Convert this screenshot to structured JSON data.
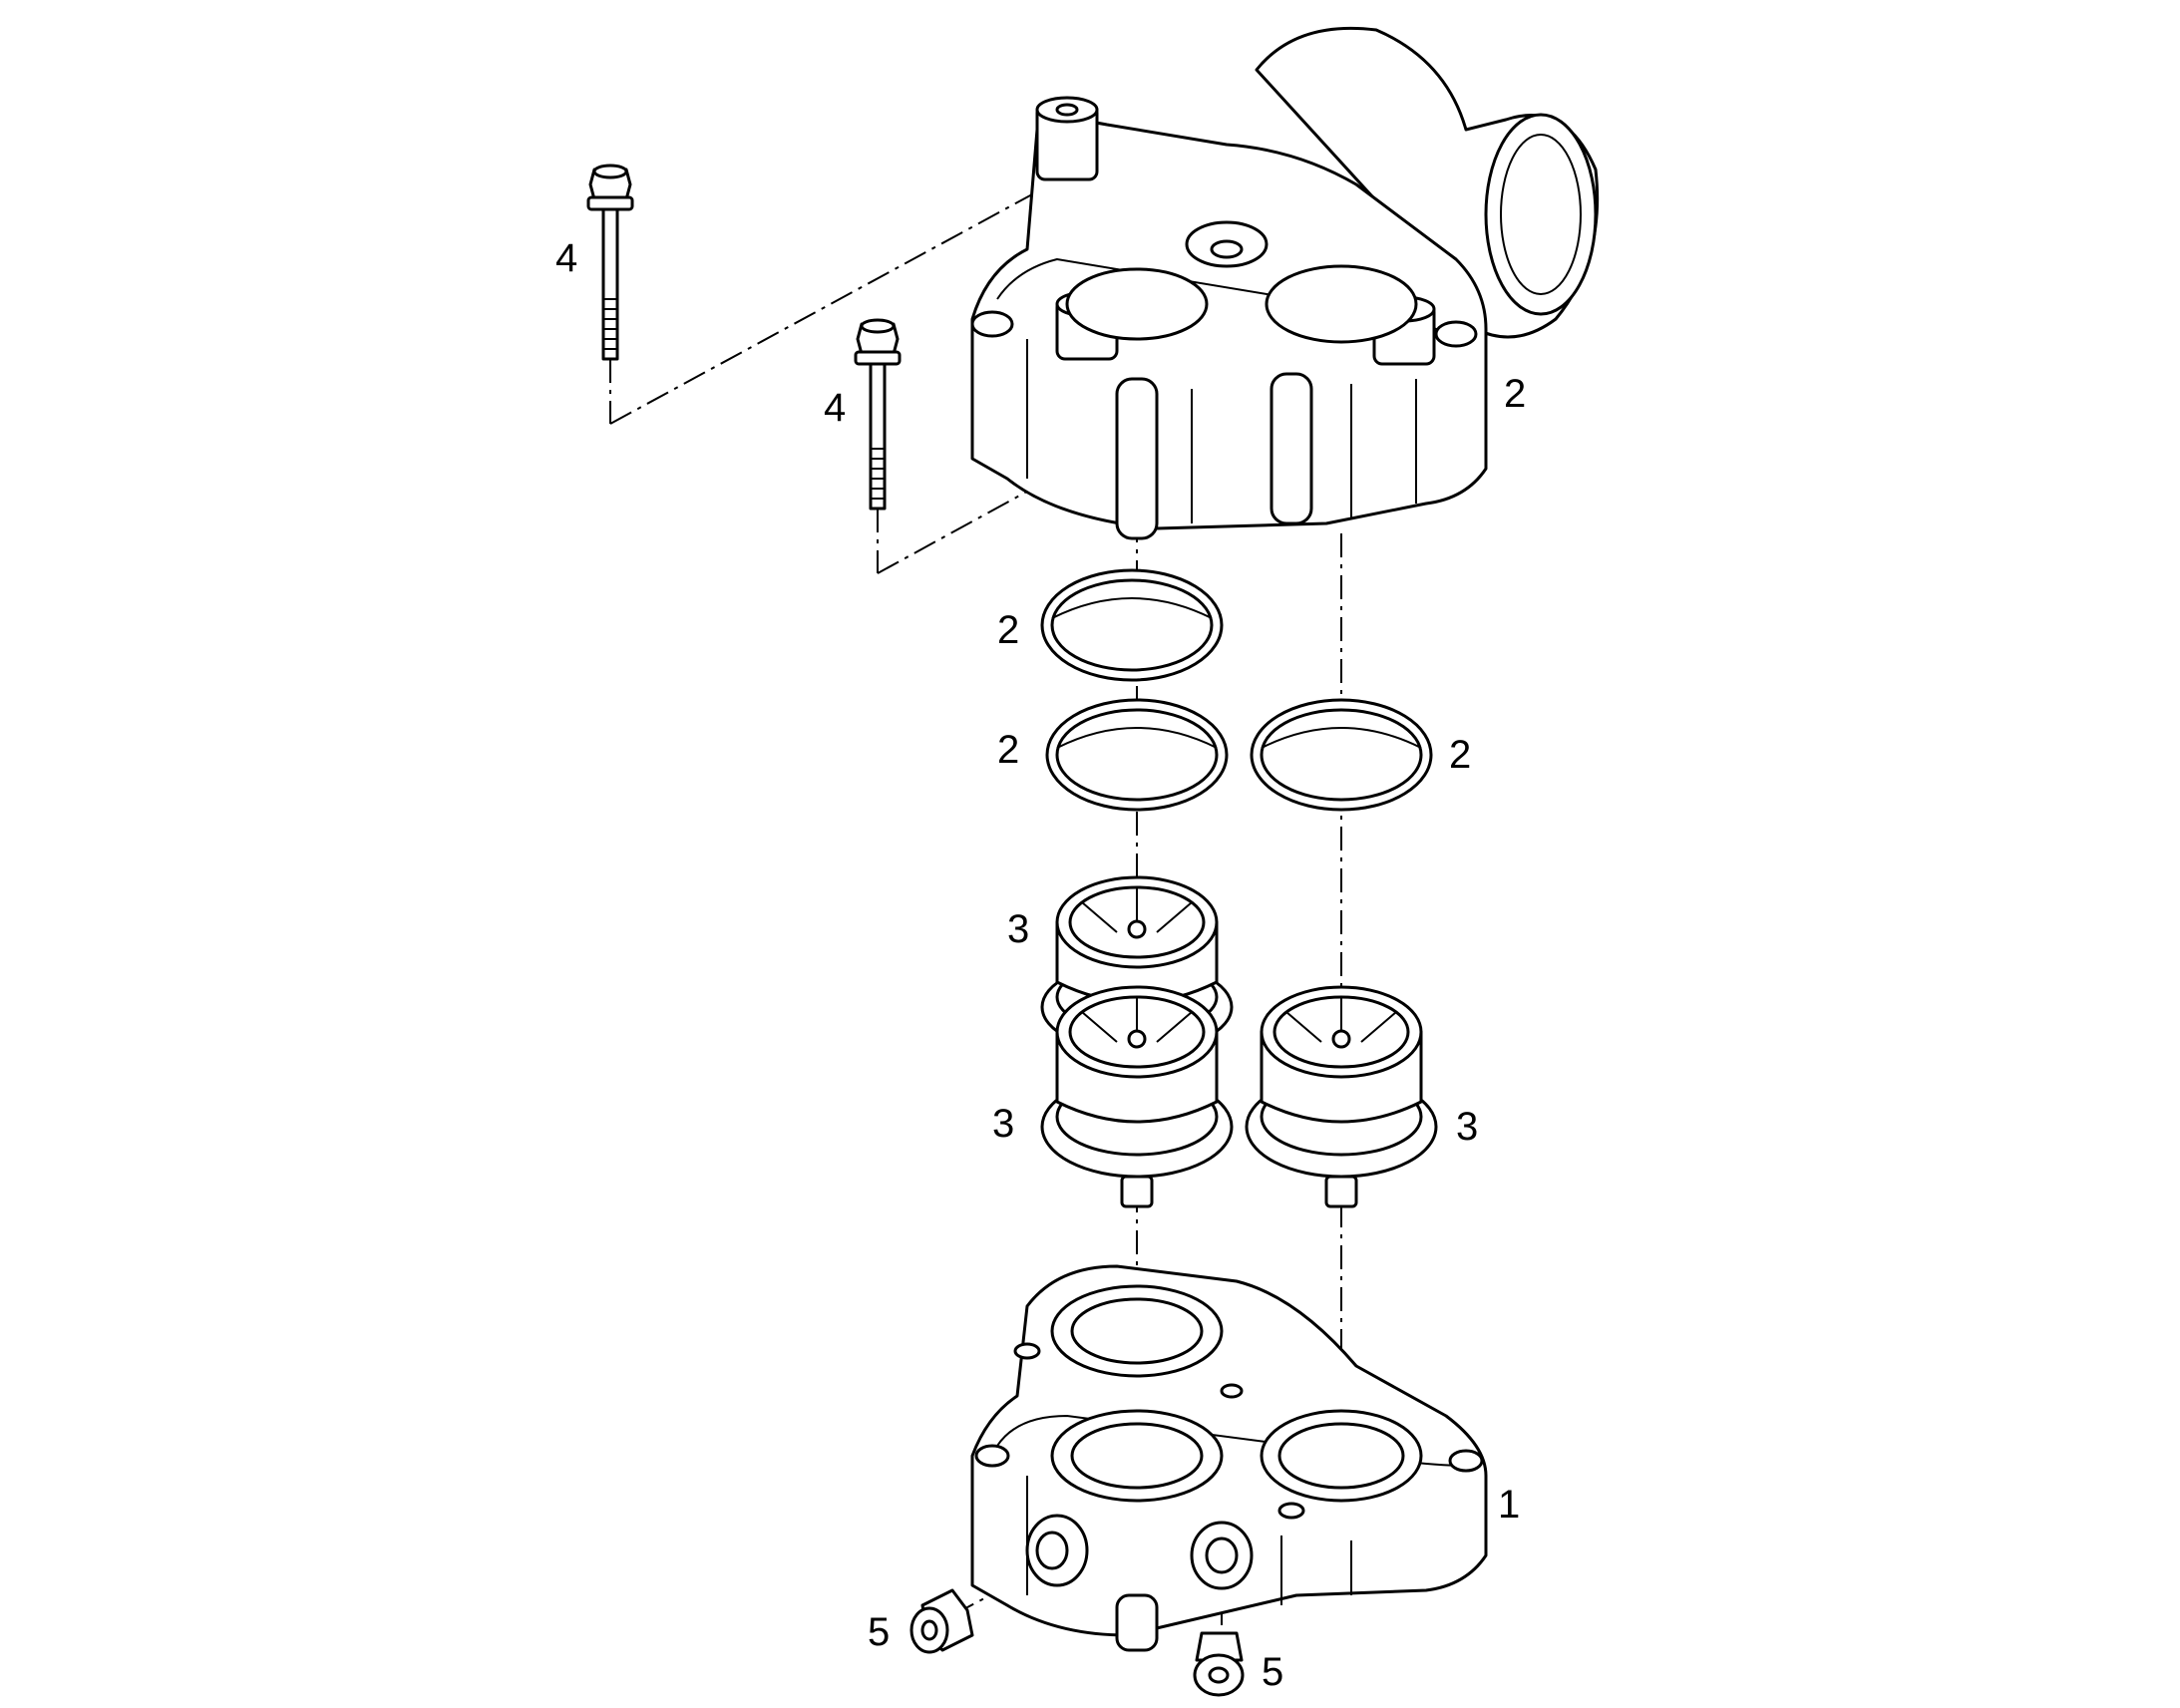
{
  "callouts": {
    "bolt_upper": "4",
    "bolt_lower": "4",
    "housing_upper": "2",
    "ring_top": "2",
    "ring_left": "2",
    "ring_right": "2",
    "thermostat_upper": "3",
    "thermostat_left": "3",
    "thermostat_right": "3",
    "housing_lower": "1",
    "plug_left": "5",
    "plug_right": "5"
  }
}
